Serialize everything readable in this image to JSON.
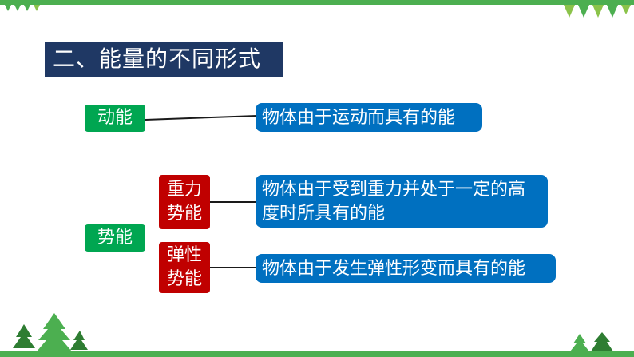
{
  "slide": {
    "title": "二、能量的不同形式",
    "kinetic": {
      "label": "动能",
      "definition": "物体由于运动而具有的能"
    },
    "potential": {
      "label": "势能",
      "gravitational": {
        "label_line1": "重力",
        "label_line2": "势能",
        "definition": "物体由于受到重力并处于一定的高度时所具有的能"
      },
      "elastic": {
        "label_line1": "弹性",
        "label_line2": "势能",
        "definition": "物体由于发生弹性形变而具有的能"
      }
    }
  },
  "colors": {
    "title_bg": "#1f3864",
    "green_tag": "#00a651",
    "red_tag": "#c00000",
    "blue_box": "#0070c0",
    "frame_green": "#4caf50"
  },
  "icons": [
    "leaf-triangle-icon",
    "pine-tree-icon"
  ]
}
